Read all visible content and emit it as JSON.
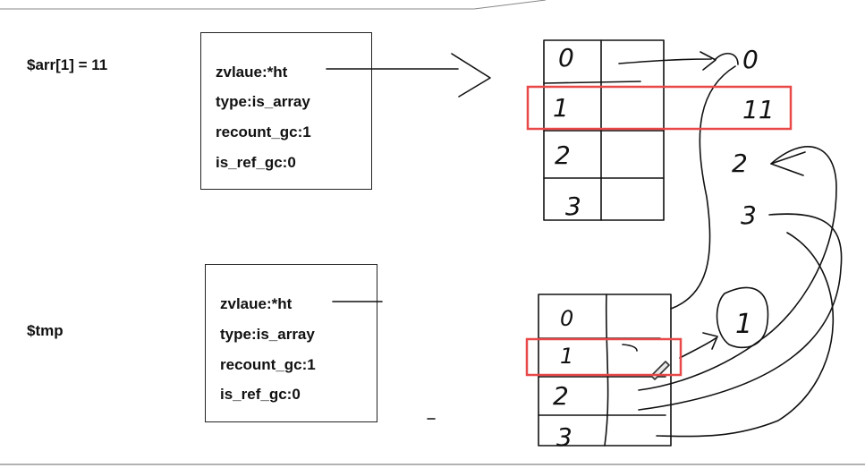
{
  "labels": {
    "arr_assign": "$arr[1] = 11",
    "tmp": "$tmp"
  },
  "zval_top": {
    "value": "zvlaue:*ht",
    "type": "type:is_array",
    "refcount": "recount_gc:1",
    "is_ref": "is_ref_gc:0"
  },
  "zval_bottom": {
    "value": "zvlaue:*ht",
    "type": "type:is_array",
    "refcount": "recount_gc:1",
    "is_ref": "is_ref_gc:0"
  },
  "hashtable_top": {
    "keys": [
      "0",
      "1",
      "2",
      "3"
    ]
  },
  "hashtable_bottom": {
    "keys": [
      "0",
      "1",
      "2",
      "3"
    ]
  },
  "values_top": [
    "0",
    "11",
    "2",
    "3"
  ],
  "value_bottom": "1",
  "colors": {
    "highlight": "#e84848",
    "ink": "#111111"
  }
}
